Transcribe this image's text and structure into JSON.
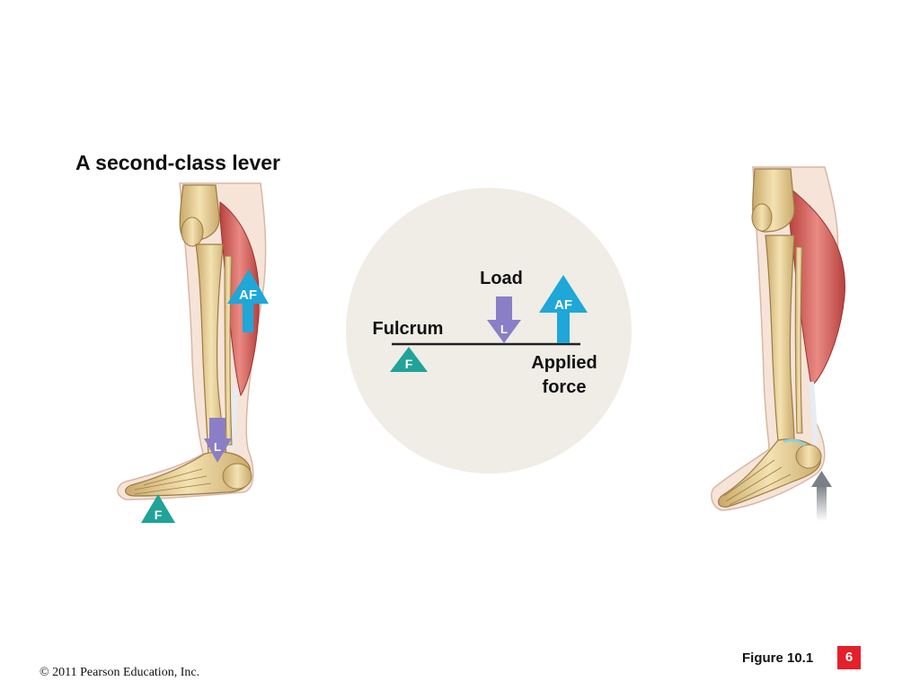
{
  "title": "A second-class lever",
  "diagram": {
    "load_label": "Load",
    "fulcrum_label": "Fulcrum",
    "applied_force_label": "Applied force",
    "markers": {
      "applied_force": "AF",
      "load": "L",
      "fulcrum": "F"
    }
  },
  "colors": {
    "applied_force": "#1ea7d8",
    "load": "#8a7fc6",
    "fulcrum": "#20a398",
    "circle_bg": "#efede6",
    "muscle": "#d9635f",
    "bone": "#efd8a2",
    "slide_number_bg": "#e4202a"
  },
  "footer": {
    "copyright": "© 2011 Pearson Education, Inc.",
    "figure": "Figure 10.1",
    "slide_number": "6"
  }
}
